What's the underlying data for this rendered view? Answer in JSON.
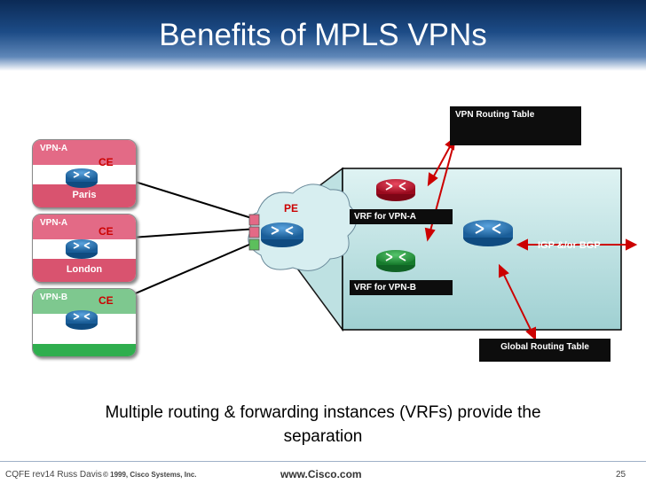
{
  "slide": {
    "title": "Benefits of MPLS VPNs",
    "caption_line1": "Multiple routing & forwarding instances (VRFs) provide the",
    "caption_line2": "separation",
    "footer_left": "CQFE rev14 Russ Davis",
    "footer_copyright": "© 1999, Cisco Systems, Inc.",
    "footer_url": "www.Cisco.com",
    "page_number": "25"
  },
  "diagram": {
    "customers": [
      {
        "band": "VPN-A",
        "ce": "CE",
        "site": "Paris",
        "band_color": "#e36a86",
        "footer_color": "#d9536f"
      },
      {
        "band": "VPN-A",
        "ce": "CE",
        "site": "London",
        "band_color": "#e36a86",
        "footer_color": "#d9536f"
      },
      {
        "band": "VPN-B",
        "ce": "CE",
        "site": "",
        "band_color": "#7ec88f",
        "footer_color": "#2fae4e"
      }
    ],
    "pe_label": "PE",
    "vrf_a_label": "VRF for VPN-A",
    "vrf_b_label": "VRF for VPN-B",
    "vpn_routing_table": "VPN Routing Table",
    "global_routing_table": "Global Routing Table",
    "igp_label": "IGP &/or BGP",
    "colors": {
      "router_blue": "#1e6fb3",
      "router_red": "#c0102a",
      "router_green": "#1f9a3a",
      "arrow_red": "#cc0000",
      "panel": "#bfe3e3"
    }
  }
}
